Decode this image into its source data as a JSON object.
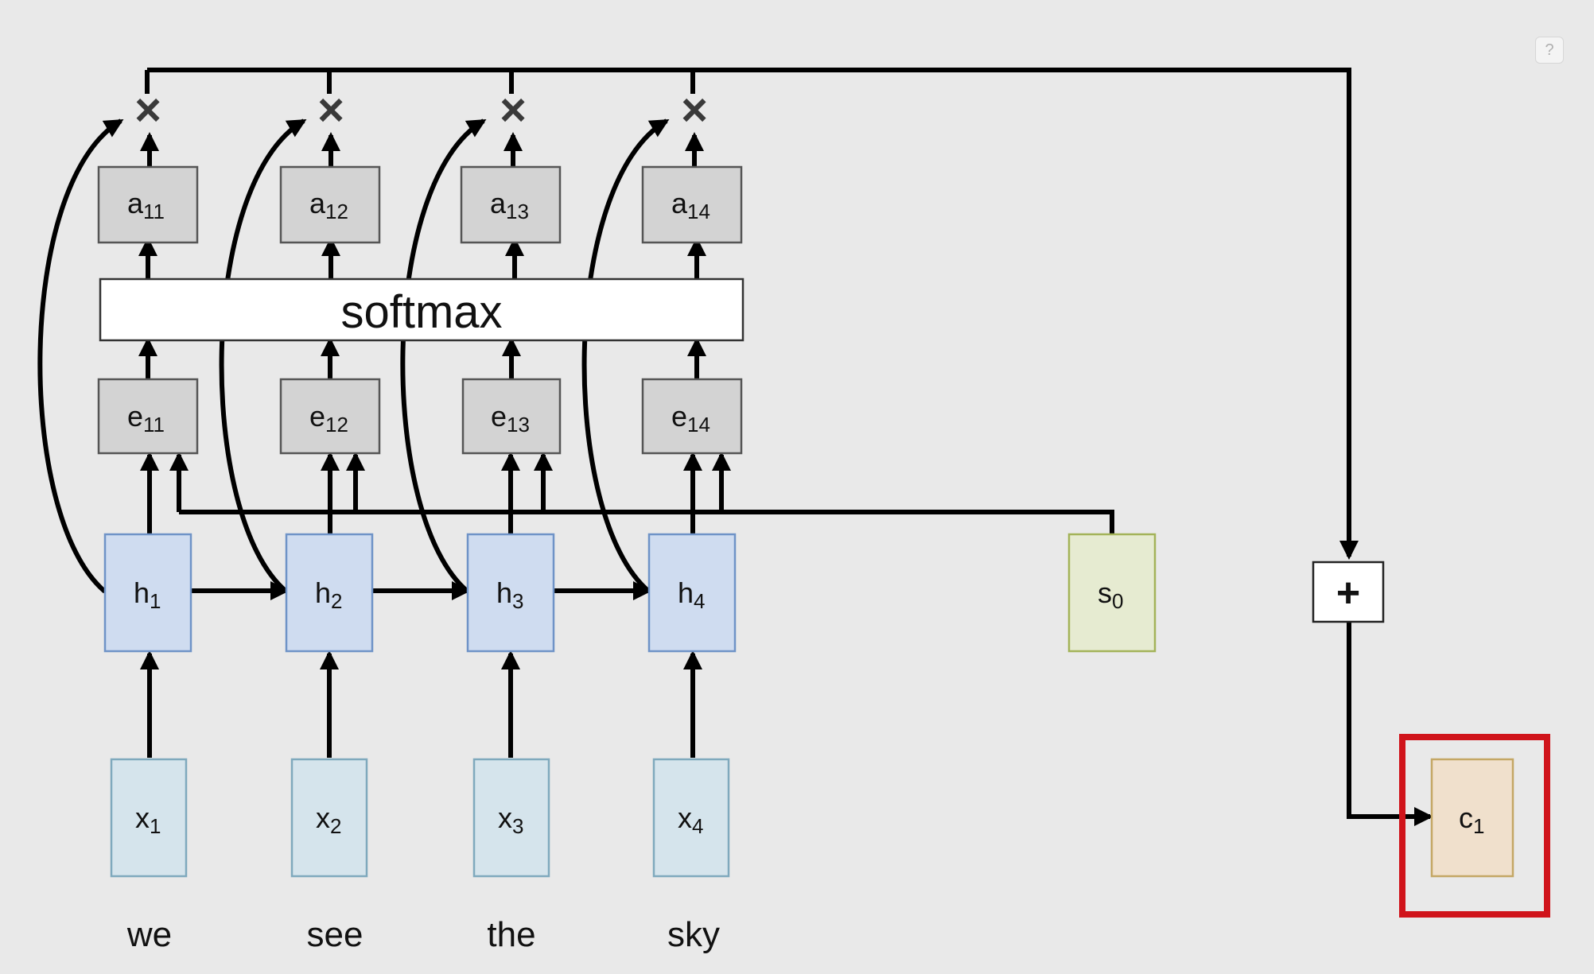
{
  "diagram": {
    "softmax_label": "softmax",
    "plus_label": "+",
    "multiply_symbol": "×",
    "words": [
      "we",
      "see",
      "the",
      "sky"
    ],
    "inputs": [
      {
        "base": "x",
        "sub": "1"
      },
      {
        "base": "x",
        "sub": "2"
      },
      {
        "base": "x",
        "sub": "3"
      },
      {
        "base": "x",
        "sub": "4"
      }
    ],
    "hidden": [
      {
        "base": "h",
        "sub": "1"
      },
      {
        "base": "h",
        "sub": "2"
      },
      {
        "base": "h",
        "sub": "3"
      },
      {
        "base": "h",
        "sub": "4"
      }
    ],
    "energies": [
      {
        "base": "e",
        "sub": "11"
      },
      {
        "base": "e",
        "sub": "12"
      },
      {
        "base": "e",
        "sub": "13"
      },
      {
        "base": "e",
        "sub": "14"
      }
    ],
    "attention": [
      {
        "base": "a",
        "sub": "11"
      },
      {
        "base": "a",
        "sub": "12"
      },
      {
        "base": "a",
        "sub": "13"
      },
      {
        "base": "a",
        "sub": "14"
      }
    ],
    "decoder_state": {
      "base": "s",
      "sub": "0"
    },
    "context": {
      "base": "c",
      "sub": "1"
    },
    "help_label": "?"
  },
  "colors": {
    "background": "#e9e9e9",
    "input_fill": "#d5e4ec",
    "input_stroke": "#7fa9bd",
    "hidden_fill": "#cfdcf0",
    "hidden_stroke": "#6f93c7",
    "gray_fill": "#d3d3d3",
    "gray_stroke": "#555555",
    "state_fill": "#e6ebd1",
    "state_stroke": "#a3b359",
    "context_fill": "#f0e0cc",
    "context_stroke": "#c4a765",
    "highlight": "#d0141b"
  }
}
